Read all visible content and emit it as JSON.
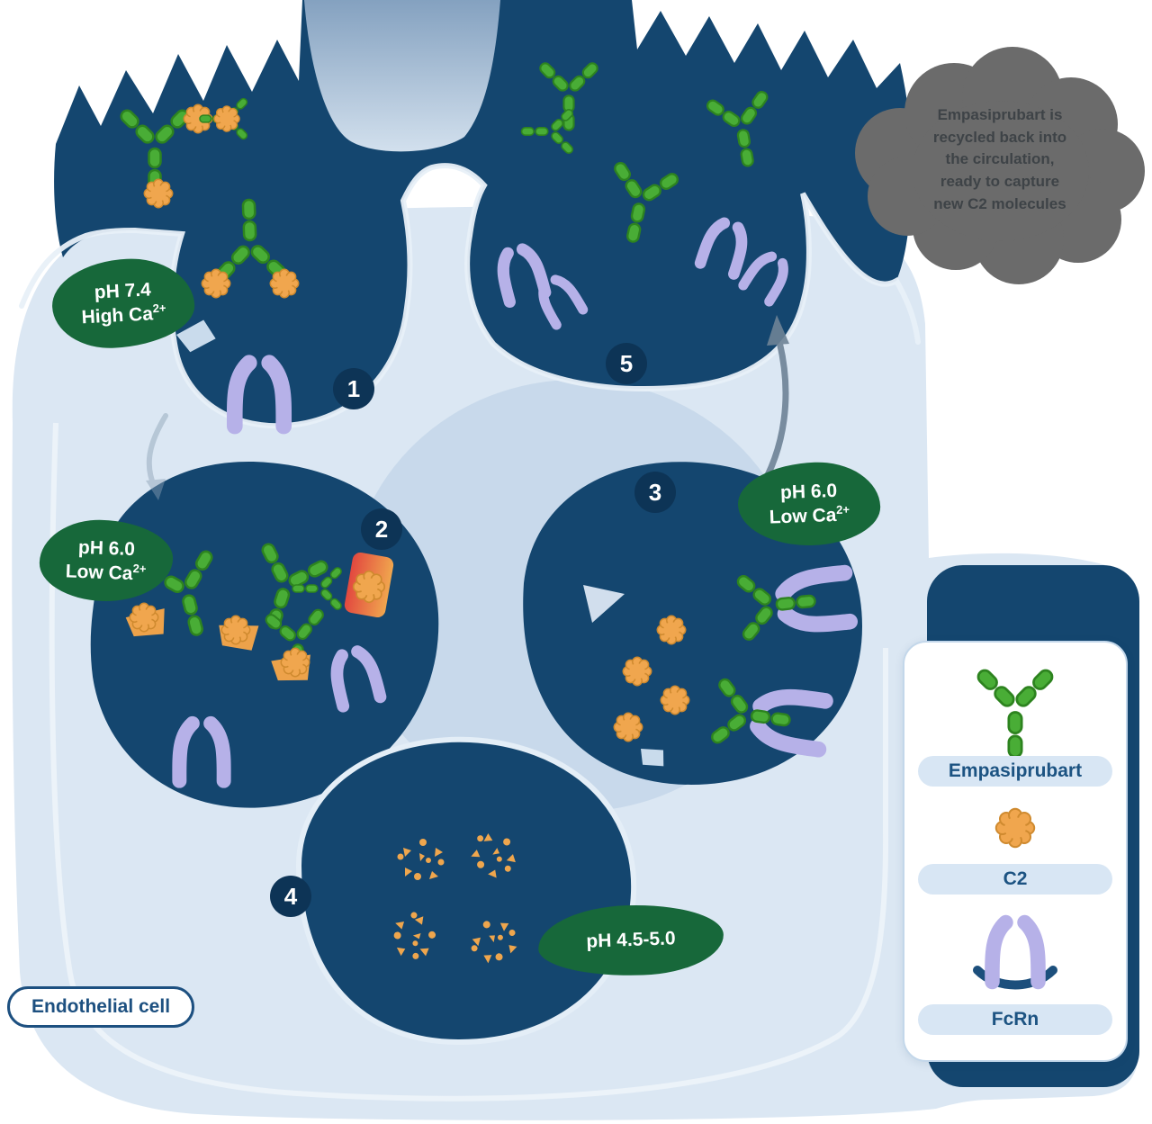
{
  "diagram": {
    "cell_label": "Endothelial cell",
    "steps": [
      "1",
      "2",
      "3",
      "4",
      "5"
    ],
    "badges": [
      {
        "line1": "pH 7.4",
        "line2": "High Ca",
        "sup": "2+"
      },
      {
        "line1": "pH 6.0",
        "line2": "Low Ca",
        "sup": "2+"
      },
      {
        "line1": "pH 6.0",
        "line2": "Low Ca",
        "sup": "2+"
      },
      {
        "line1": "pH 4.5-5.0",
        "line2": "",
        "sup": ""
      }
    ],
    "cloud": {
      "lines": [
        "Empasiprubart is",
        "recycled back into",
        "the circulation,",
        "ready to capture",
        "new C2 molecules"
      ]
    },
    "legend": {
      "items": [
        {
          "icon": "empasiprubart-antibody-icon",
          "label": "Empasiprubart"
        },
        {
          "icon": "c2-icon",
          "label": "C2"
        },
        {
          "icon": "fcrn-icon",
          "label": "FcRn"
        }
      ]
    },
    "colors": {
      "extracellular_navy": "#14466f",
      "cell_fill": "#dbe7f3",
      "inner_circle": "#c3d6e9",
      "antibody_green": "#49ad36",
      "c2_orange": "#f0a64e",
      "fcrn_purple": "#b6b1e8",
      "badge_green": "#17683a",
      "cloud_grey": "#6b6b6b",
      "step_navy": "#0d3456"
    }
  }
}
